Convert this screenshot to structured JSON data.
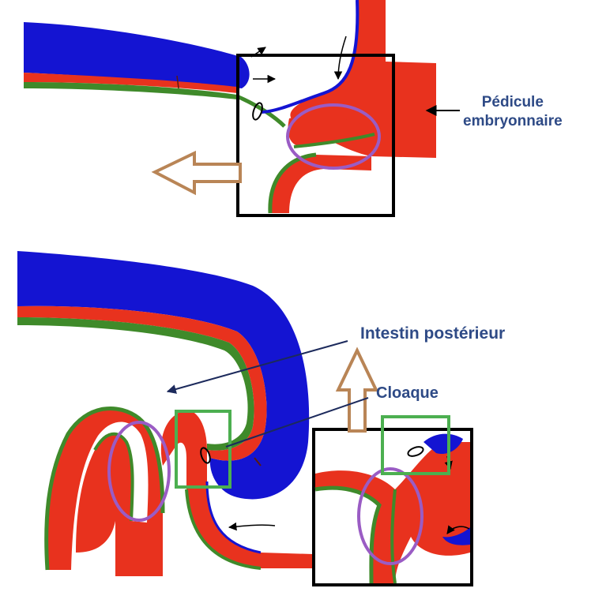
{
  "labels": {
    "pedicule_line1": "Pédicule",
    "pedicule_line2": "embryonnaire",
    "intestin": "Intestin postérieur",
    "cloaque": "Cloaque"
  },
  "colors": {
    "ectoderm": "#1414d2",
    "endoderm": "#e8321e",
    "mesoderm": "#3f8a2a",
    "frame": "#000000",
    "highlight_circle": "#9a5cc4",
    "highlight_box": "#4caf50",
    "movement_arrow": "#b98556",
    "label_text": "#2e4a86",
    "pointer": "#1c2a5c"
  }
}
